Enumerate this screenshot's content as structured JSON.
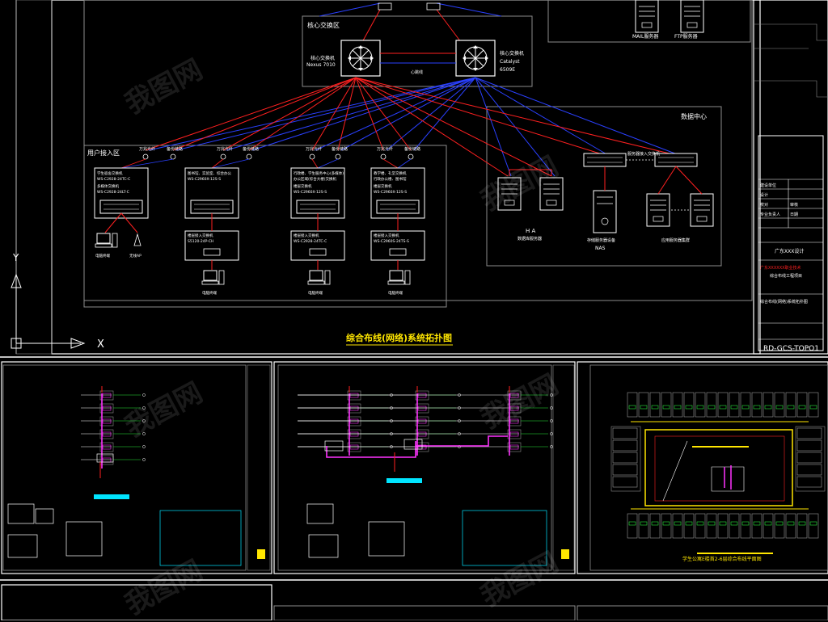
{
  "topology": {
    "core_zone_label": "核心交换区",
    "core_switch_1": {
      "line1": "核心交换机",
      "line2": "Nexus 7010"
    },
    "core_switch_2": {
      "line1": "核心交换机",
      "line2": "Catalyst",
      "line3": "6509E"
    },
    "core_link_label": "心跳线",
    "user_zone_label": "用户接入区",
    "datacenter_label": "数据中心",
    "diagram_title": "综合布线(网络)系统拓扑图",
    "server_labels": [
      "MAIL服务器",
      "FTP服务器"
    ],
    "ha_label": "H A",
    "ha_caption": "数据库服务器",
    "nas_caption": "存储服务器设备",
    "nas_label": "NAS",
    "app_cluster_caption": "应用服务器集群",
    "dc_switch_label": "服务器接入交换机",
    "uplink_labels": [
      "万兆光纤",
      "备份链路",
      "万兆光纤",
      "备份链路",
      "万兆光纤",
      "备份链路",
      "万兆光纤",
      "备份链路"
    ],
    "access_groups": [
      {
        "text1": "学生宿舍交换机",
        "text2": "WS-C2928-24TC-C",
        "text3": "多媒体交换机",
        "text4": "WS-C2928-24LT-C",
        "sub1": "",
        "sub2": "",
        "dev1": "电脑终端",
        "dev2": "无线AP"
      },
      {
        "text1": "图书馆、实验室、综合办公",
        "text2": "WS-C2960X-12S-S",
        "text3": "",
        "text4": "",
        "sub1": "楼层接入交换机",
        "sub2": "S5120-24P-CH",
        "dev1": "电脑终端",
        "dev2": ""
      },
      {
        "text1": "行政楼、学生服务中心(多媒体)",
        "text2": "办公区域(综合大楼)交换机",
        "text3": "楼层交换机",
        "text4": "WS-C2960X-12S-S",
        "sub1": "楼层接入交换机",
        "sub2": "WS-C2928-24TC-C",
        "dev1": "电脑终端",
        "dev2": ""
      },
      {
        "text1": "教学楼、礼堂交换机",
        "text2": "行政办公楼、图书馆",
        "text3": "楼层交换机",
        "text4": "WS-C2960X-12S-S",
        "sub1": "楼层接入交换机",
        "sub2": "WS-C2960S-24TS-S",
        "dev1": "电脑终端",
        "dev2": ""
      }
    ],
    "axis_y": "Y",
    "axis_x": "X"
  },
  "title_block": {
    "row_labels": [
      "建设单位",
      "设计",
      "校对",
      "专业负责人",
      "审核",
      "日期"
    ],
    "company": "广东XXX设计",
    "project_line1": "广东XXXXXX职业技术",
    "project_line2": "综合布线工程项目",
    "drawing_title": "综合布线(网络)系统拓扑图",
    "drawing_number": "RD-GCS-TOPO1"
  },
  "panels": {
    "floor_plan_title": "学生公寓E楼首2-6层综合布线平面图"
  },
  "watermark": "我图网",
  "colors": {
    "red": "#ff2020",
    "blue": "#2a40ff",
    "cyan": "#00e5ff",
    "magenta": "#ff33ff",
    "yellow": "#ffe600",
    "green": "#27e83b",
    "frame": "#ffffff",
    "grey": "#8c8c8c"
  }
}
